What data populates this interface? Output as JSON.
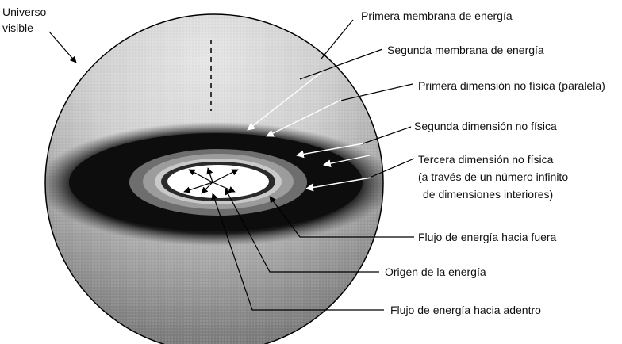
{
  "labels": {
    "universo_line1": "Universo",
    "universo_line2": "visible",
    "primera_membrana": "Primera membrana de energía",
    "segunda_membrana": "Segunda membrana de energía",
    "primera_dimension": "Primera dimensión no física (paralela)",
    "segunda_dimension": "Segunda dimensión no física",
    "tercera_line1": "Tercera dimensión no física",
    "tercera_line2": "(a través de un número infinito",
    "tercera_line3": "de dimensiones interiores)",
    "flujo_fuera": "Flujo de energía hacia fuera",
    "origen": "Origen de la energía",
    "flujo_adentro": "Flujo de energía hacia adentro"
  },
  "colors": {
    "sphere_top": "#d9d9d9",
    "sphere_mid": "#9a9a9a",
    "dark_band": "#151515",
    "ring_gray": "#7a7a7a",
    "ring_light": "#c8c8c8",
    "core": "#ffffff",
    "lines": "#000000"
  }
}
